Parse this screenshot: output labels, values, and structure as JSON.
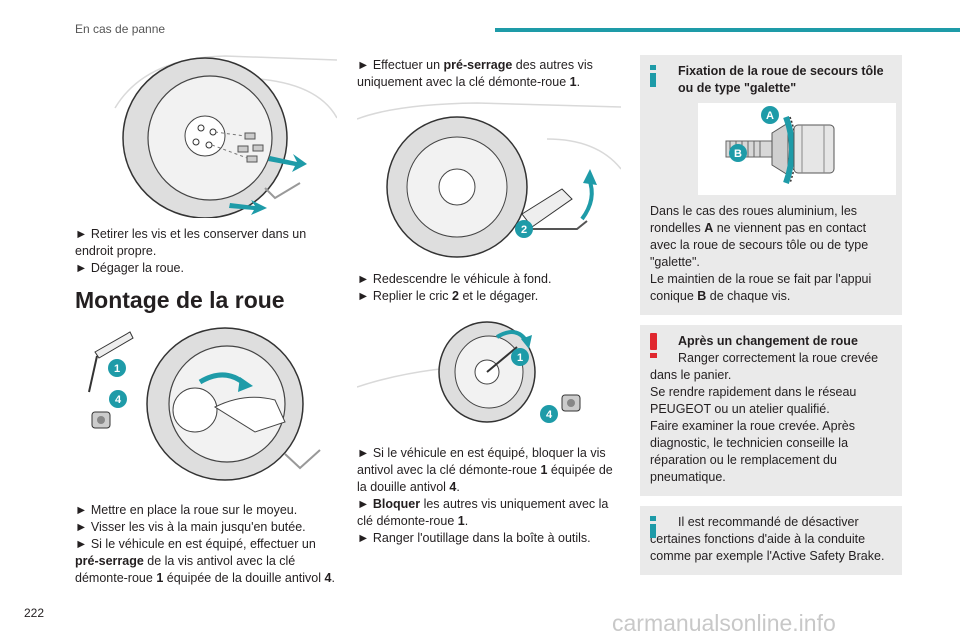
{
  "header": {
    "title": "En cas de panne"
  },
  "col1": {
    "steps_a": [
      "► Retirer les vis et les conserver dans un endroit propre.",
      "► Dégager la roue."
    ],
    "section_title": "Montage de la roue",
    "illus2_labels": {
      "one": "1",
      "four": "4"
    },
    "steps_b": {
      "s1": "► Mettre en place la roue sur le moyeu.",
      "s2": "► Visser les vis à la main jusqu'en butée.",
      "s3_pre": "► Si le véhicule en est équipé, effectuer un ",
      "s3_bold": "pré-serrage",
      "s3_mid": " de la vis antivol avec la clé démonte-roue ",
      "s3_n1": "1",
      "s3_mid2": " équipée de la douille antivol ",
      "s3_n4": "4",
      "s3_end": "."
    }
  },
  "col2": {
    "intro_pre": "► Effectuer un ",
    "intro_bold": "pré-serrage",
    "intro_mid": " des autres vis uniquement avec la clé démonte-roue ",
    "intro_n1": "1",
    "intro_end": ".",
    "illus_label_two": "2",
    "steps_a": {
      "s1": "► Redescendre le véhicule à fond.",
      "s2_pre": "► Replier le cric ",
      "s2_n": "2",
      "s2_end": " et le dégager."
    },
    "illus2_labels": {
      "one": "1",
      "four": "4"
    },
    "steps_b": {
      "s1_pre": "► Si le véhicule en est équipé, bloquer la vis antivol avec la clé démonte-roue ",
      "s1_n1": "1",
      "s1_mid": " équipée de la douille antivol ",
      "s1_n4": "4",
      "s1_end": ".",
      "s2_pre": "► ",
      "s2_bold": "Bloquer",
      "s2_mid": " les autres vis uniquement avec la clé démonte-roue ",
      "s2_n1": "1",
      "s2_end": ".",
      "s3": "► Ranger l'outillage dans la boîte à outils."
    }
  },
  "col3": {
    "info1": {
      "title": "Fixation de la roue de secours tôle ou de type \"galette\"",
      "label_a": "A",
      "label_b": "B",
      "p1_pre": "Dans le cas des roues aluminium, les rondelles ",
      "p1_a": "A",
      "p1_end": " ne viennent pas en contact avec la roue de secours tôle ou de type \"galette\".",
      "p2_pre": "Le maintien de la roue se fait par l'appui conique ",
      "p2_b": "B",
      "p2_end": " de chaque vis."
    },
    "warning": {
      "title": "Après un changement de roue",
      "line1": "Ranger correctement la roue crevée dans le panier.",
      "line2": "Se rendre rapidement dans le réseau PEUGEOT ou un atelier qualifié.",
      "line3": "Faire examiner la roue crevée. Après diagnostic, le technicien conseille la réparation ou le remplacement du pneumatique."
    },
    "info2": {
      "text": "Il est recommandé de désactiver certaines fonctions d'aide à la conduite comme par exemple l'Active Safety Brake."
    }
  },
  "footer": {
    "page_number": "222",
    "watermark": "carmanualsonline.info"
  },
  "colors": {
    "accent_teal": "#1e9ba8",
    "warning_red": "#e0282f",
    "box_gray": "#eaeaea"
  }
}
